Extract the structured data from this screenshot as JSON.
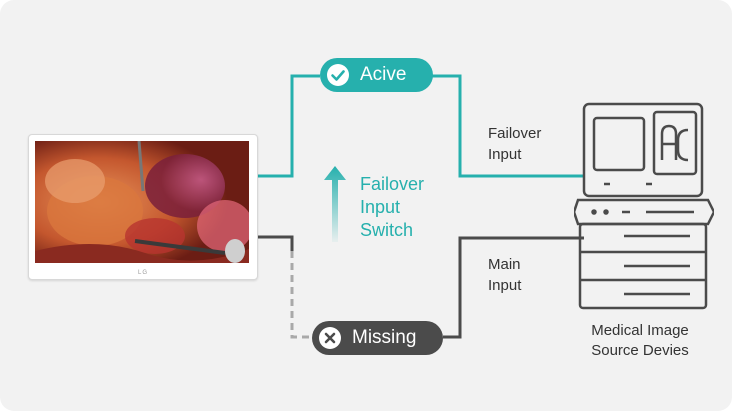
{
  "diagram": {
    "active_pill": {
      "label": "Acive",
      "icon": "check-circle-icon"
    },
    "missing_pill": {
      "label": "Missing",
      "icon": "x-circle-icon"
    },
    "failover_input": {
      "line1": "Failover",
      "line2": "Input"
    },
    "main_input": {
      "line1": "Main",
      "line2": "Input"
    },
    "switch": {
      "line1": "Failover",
      "line2": "Input",
      "line3": "Switch"
    },
    "device": {
      "line1": "Medical Image",
      "line2": "Source Devies"
    },
    "monitor": {
      "logo": "LG"
    },
    "colors": {
      "active": "#26b0ad",
      "missing": "#4b4b4b",
      "background": "#f2f2f2"
    }
  }
}
